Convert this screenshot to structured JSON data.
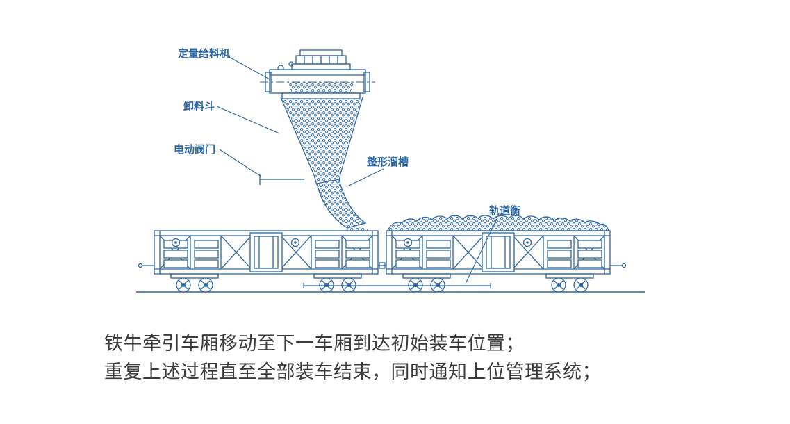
{
  "diagram": {
    "line_color": "#2c67a5",
    "labels": {
      "feeder": "定量给料机",
      "hopper": "卸料斗",
      "valve": "电动阀门",
      "chute": "整形溜槽",
      "scale": "轨道衡"
    }
  },
  "caption": {
    "line1": "铁牛牵引车厢移动至下一车厢到达初始装车位置；",
    "line2": "重复上述过程直至全部装车结束，同时通知上位管理系统；"
  }
}
